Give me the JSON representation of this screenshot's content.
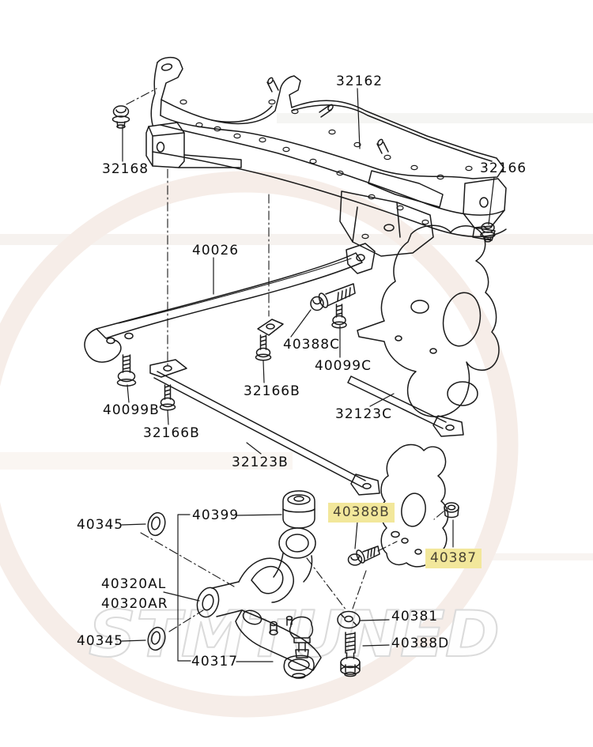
{
  "diagram": {
    "watermark": {
      "text": "STMTUNED"
    },
    "highlight_color": "#f2e79b",
    "line_color": "#1a1a1a",
    "labels": {
      "p32162": {
        "text": "32162"
      },
      "p32168": {
        "text": "32168"
      },
      "p32166": {
        "text": "32166"
      },
      "p40026": {
        "text": "40026"
      },
      "p40388C": {
        "text": "40388C"
      },
      "p40099C": {
        "text": "40099C"
      },
      "p32166B_center": {
        "text": "32166B"
      },
      "p40099B": {
        "text": "40099B"
      },
      "p32166B_left": {
        "text": "32166B"
      },
      "p32123C": {
        "text": "32123C"
      },
      "p32123B": {
        "text": "32123B"
      },
      "p40345_upper": {
        "text": "40345"
      },
      "p40399": {
        "text": "40399"
      },
      "p40388B": {
        "text": "40388B",
        "highlighted": true
      },
      "p40387": {
        "text": "40387",
        "highlighted": true
      },
      "p40320AL": {
        "text": "40320AL"
      },
      "p40320AR": {
        "text": "40320AR"
      },
      "p40345_lower": {
        "text": "40345"
      },
      "p40317": {
        "text": "40317"
      },
      "p40381": {
        "text": "40381"
      },
      "p40388D": {
        "text": "40388D"
      }
    }
  }
}
